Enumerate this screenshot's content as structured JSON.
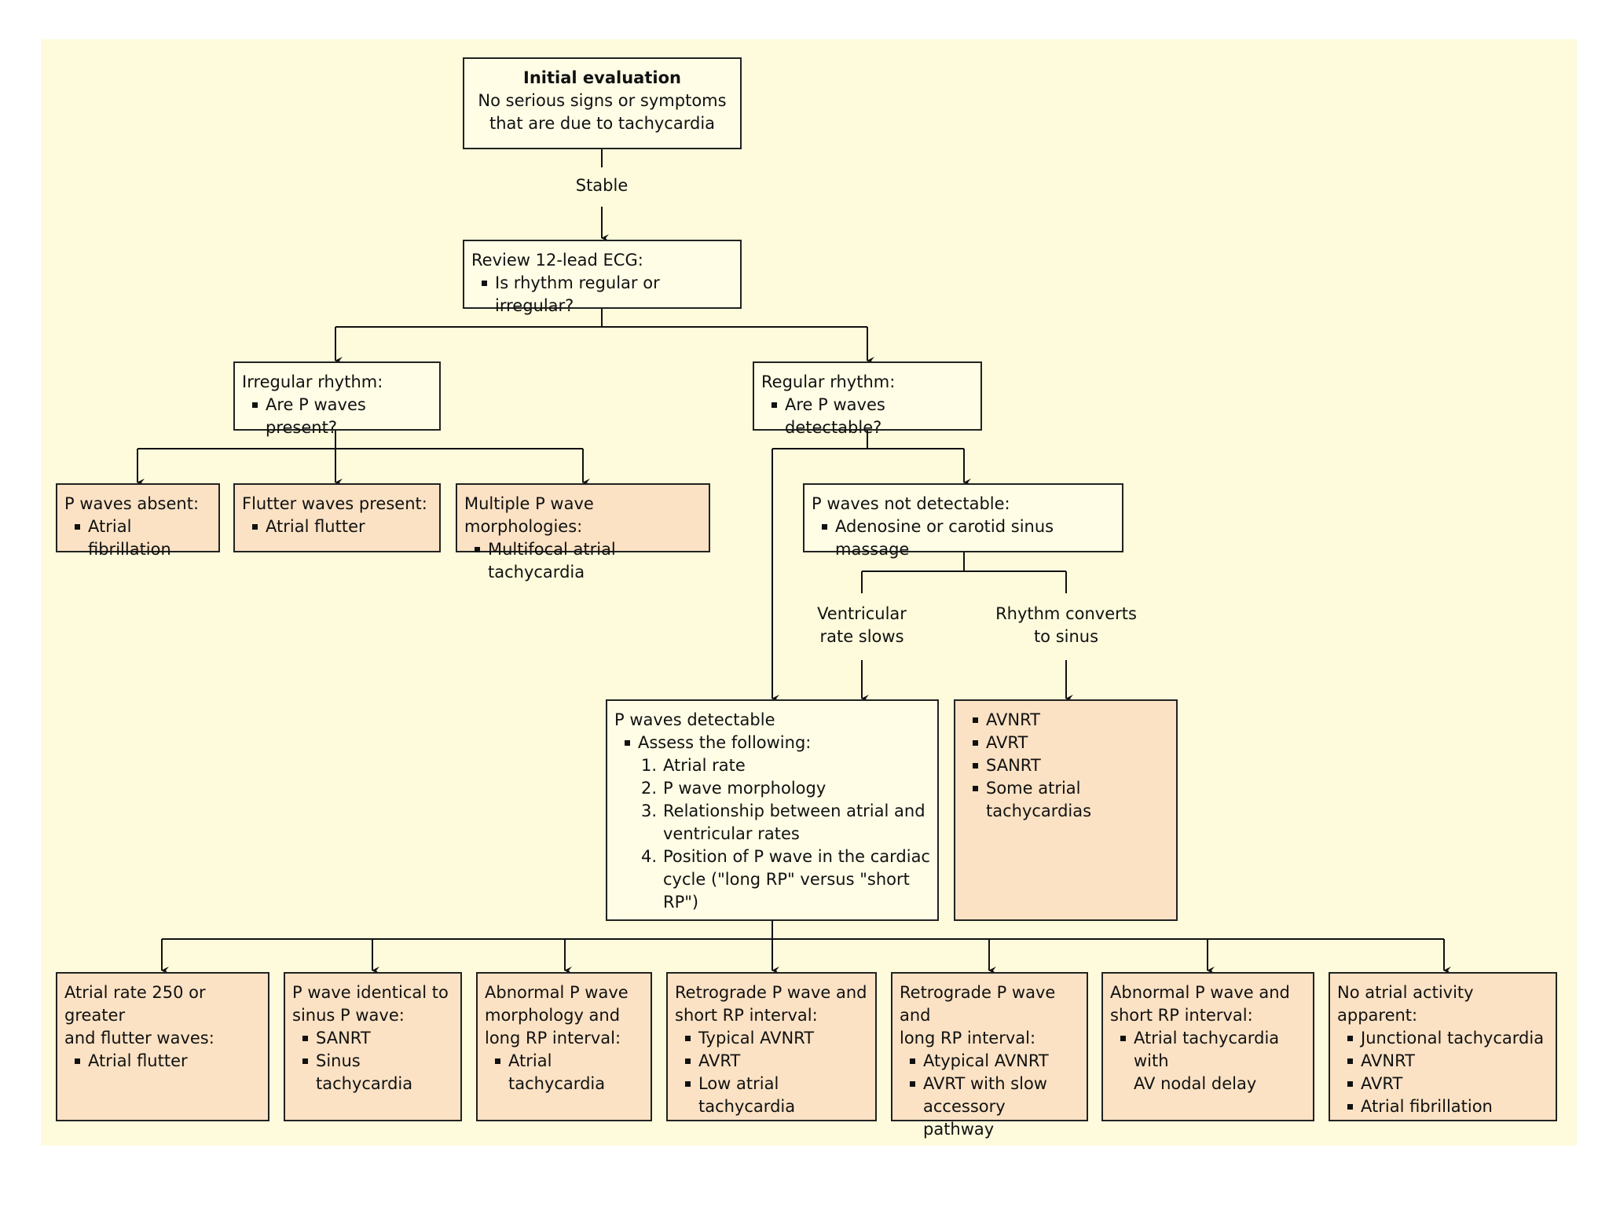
{
  "initial": {
    "title": "Initial evaluation",
    "line1": "No serious signs or symptoms",
    "line2": "that are due to tachycardia"
  },
  "stable_label": "Stable",
  "review": {
    "line1": "Review 12-lead ECG:",
    "bullet": "Is rhythm regular or irregular?"
  },
  "irregular": {
    "line1": "Irregular rhythm:",
    "bullet": "Are P waves present?"
  },
  "regular": {
    "line1": "Regular rhythm:",
    "bullet": "Are P waves detectable?"
  },
  "p_absent": {
    "line1": "P waves absent:",
    "bullet": "Atrial fibrillation"
  },
  "flutter": {
    "line1": "Flutter waves present:",
    "bullet": "Atrial flutter"
  },
  "multiple": {
    "line1": "Multiple P wave morphologies:",
    "bullet": "Multifocal atrial tachycardia"
  },
  "not_detectable": {
    "line1": "P waves not detectable:",
    "bullet": "Adenosine or carotid sinus massage"
  },
  "label_ventricular": {
    "line1": "Ventricular",
    "line2": "rate slows"
  },
  "label_converts": {
    "line1": "Rhythm converts",
    "line2": "to sinus"
  },
  "detectable": {
    "line1": "P waves detectable",
    "bullet": "Assess the following:",
    "items": [
      {
        "num": "1.",
        "l1": "Atrial rate",
        "l2": ""
      },
      {
        "num": "2.",
        "l1": "P wave morphology",
        "l2": ""
      },
      {
        "num": "3.",
        "l1": "Relationship between atrial and",
        "l2": "ventricular rates"
      },
      {
        "num": "4.",
        "l1": "Position of P wave in the cardiac",
        "l2": "cycle (\"long RP\" versus \"short RP\")"
      }
    ]
  },
  "sinus_list": {
    "bullets": [
      "AVNRT",
      "AVRT",
      "SANRT",
      "Some atrial tachycardias"
    ]
  },
  "bottom": [
    {
      "l1": "Atrial rate 250 or greater",
      "l2": "and flutter waves:",
      "l3": "",
      "bullets": [
        "Atrial flutter"
      ]
    },
    {
      "l1": "P wave identical to",
      "l2": "sinus P wave:",
      "l3": "",
      "bullets": [
        "SANRT",
        "Sinus tachycardia"
      ]
    },
    {
      "l1": "Abnormal P wave",
      "l2": "morphology and",
      "l3": "long RP interval:",
      "bullets": [
        "Atrial tachycardia"
      ]
    },
    {
      "l1": "Retrograde P wave and",
      "l2": "short RP interval:",
      "l3": "",
      "bullets": [
        "Typical AVNRT",
        "AVRT",
        "Low atrial tachycardia"
      ]
    },
    {
      "l1": "Retrograde P wave and",
      "l2": "long RP interval:",
      "l3": "",
      "bullets": [
        "Atypical AVNRT",
        "AVRT with slow"
      ],
      "cont": "accessory pathway"
    },
    {
      "l1": "Abnormal P wave and",
      "l2": "short RP interval:",
      "l3": "",
      "bullets": [
        "Atrial tachycardia with"
      ],
      "cont": "AV nodal delay"
    },
    {
      "l1": "No atrial activity apparent:",
      "l2": "",
      "l3": "",
      "bullets": [
        "Junctional tachycardia",
        "AVNRT",
        "AVRT",
        "Atrial fibrillation"
      ]
    }
  ]
}
